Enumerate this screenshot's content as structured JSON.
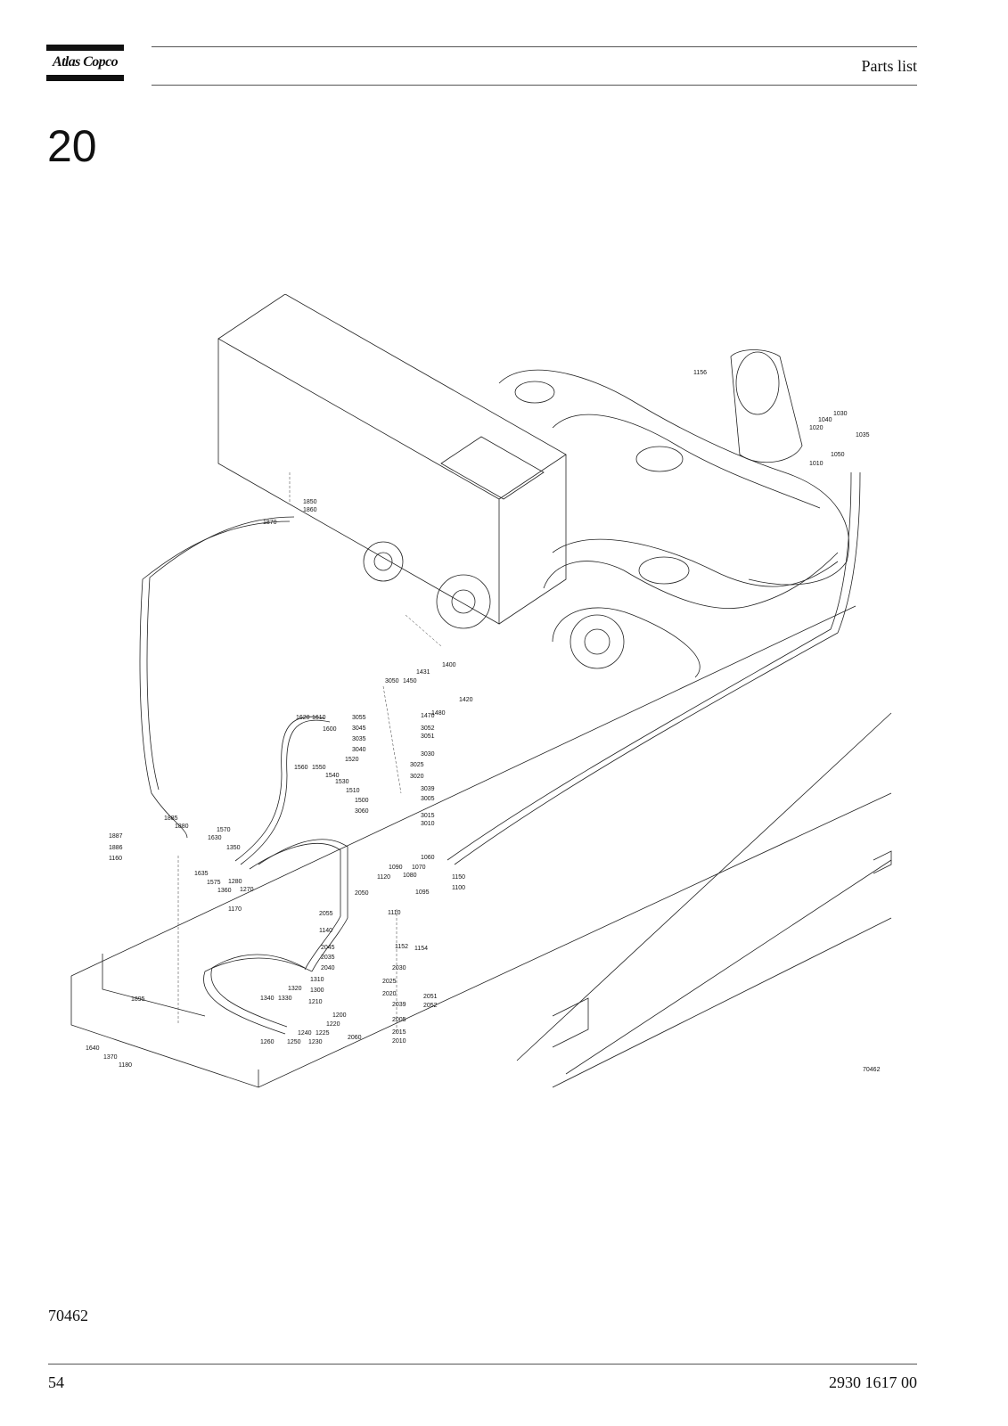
{
  "header": {
    "brand": "Atlas Copco",
    "section_title": "Parts list"
  },
  "section_number": "20",
  "drawing": {
    "drawing_id": "70462",
    "callouts": [
      "1156",
      "1030",
      "1040",
      "1020",
      "1035",
      "1050",
      "1010",
      "1850",
      "1860",
      "1870",
      "1400",
      "1431",
      "3050",
      "1450",
      "1420",
      "1480",
      "1620",
      "1610",
      "3055",
      "1470",
      "1600",
      "3045",
      "3052",
      "3035",
      "3051",
      "3040",
      "3030",
      "1520",
      "1560",
      "1550",
      "3025",
      "1540",
      "1530",
      "3020",
      "3039",
      "1510",
      "3005",
      "1500",
      "3060",
      "3015",
      "3010",
      "1885",
      "1880",
      "1570",
      "1887",
      "1630",
      "1350",
      "1886",
      "1160",
      "1060",
      "1090",
      "1070",
      "1080",
      "1150",
      "1635",
      "1575",
      "1360",
      "1280",
      "1270",
      "1120",
      "1100",
      "1095",
      "2050",
      "1170",
      "2055",
      "1110",
      "1140",
      "1152",
      "1154",
      "2045",
      "2035",
      "2030",
      "2040",
      "1310",
      "2025",
      "1320",
      "1300",
      "2020",
      "1895",
      "1340",
      "1330",
      "1210",
      "2051",
      "2052",
      "2039",
      "1200",
      "1220",
      "2005",
      "1225",
      "2060",
      "2015",
      "1240",
      "2010",
      "1640",
      "1260",
      "1250",
      "1230",
      "1370",
      "1180"
    ]
  },
  "footer": {
    "figure_number": "70462",
    "page_number": "54",
    "document_number": "2930 1617 00"
  }
}
